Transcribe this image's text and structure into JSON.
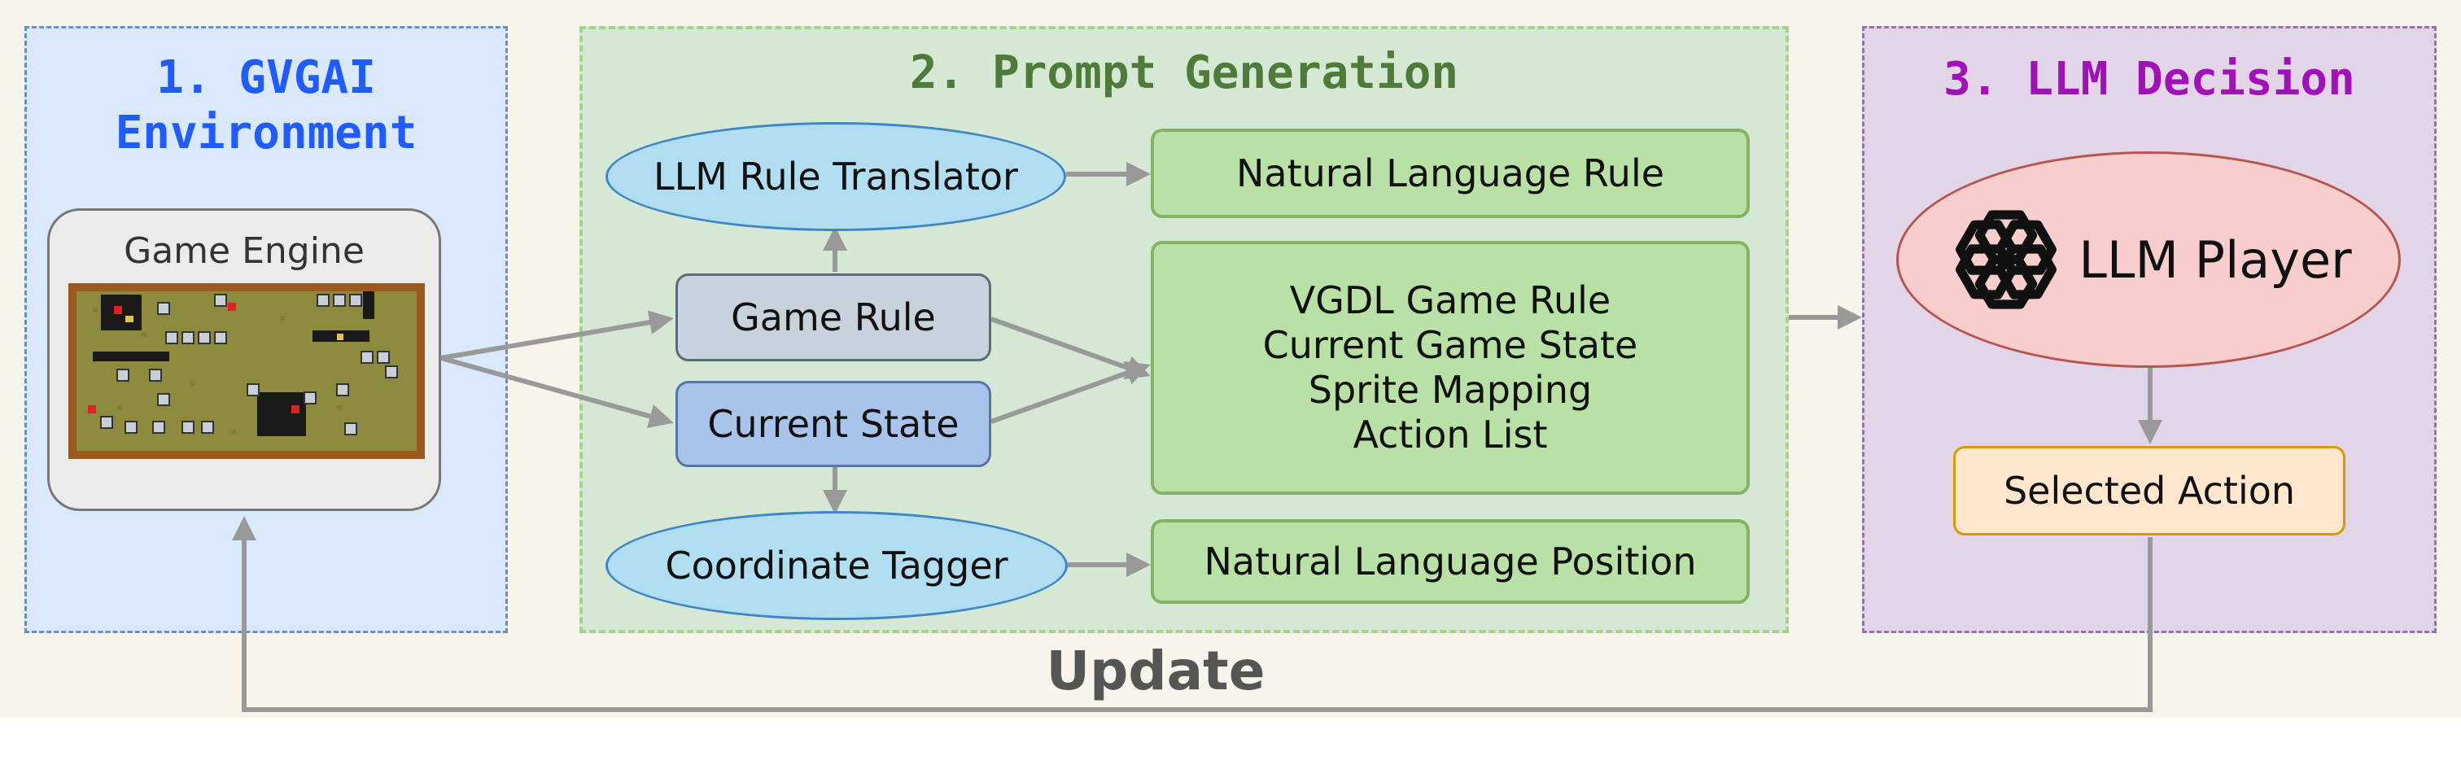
{
  "panels": {
    "environment": {
      "title_line1": "1. GVGAI",
      "title_line2": "Environment",
      "game_engine_label": "Game Engine"
    },
    "prompt": {
      "title": "2. Prompt Generation"
    },
    "decision": {
      "title": "3. LLM Decision"
    }
  },
  "nodes": {
    "rule_translator": "LLM Rule Translator",
    "nl_rule": "Natural Language Rule",
    "game_rule": "Game Rule",
    "current_state": "Current State",
    "coordinate_tagger": "Coordinate Tagger",
    "nl_position": "Natural Language Position",
    "prompt_items": [
      "VGDL Game Rule",
      "Current Game State",
      "Sprite Mapping",
      "Action List"
    ],
    "llm_player": "LLM Player",
    "selected_action": "Selected Action"
  },
  "feedback_label": "Update",
  "icons": {
    "llm": "openai-logo-icon",
    "game": "game-screenshot-icon"
  },
  "colors": {
    "env_title": "#1f5bff",
    "prompt_title": "#4e7b3a",
    "decision_title": "#a011b8",
    "arrow": "#999999"
  }
}
